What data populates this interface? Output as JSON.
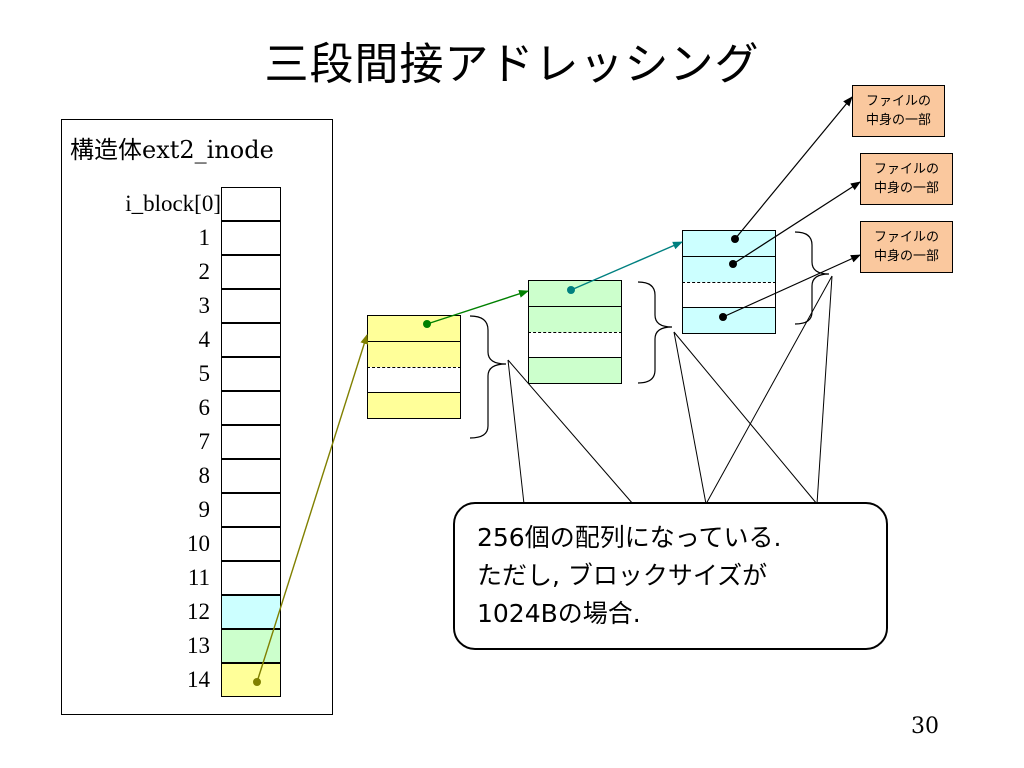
{
  "title": "三段間接アドレッシング",
  "inode": {
    "title": "構造体ext2_inode",
    "indices": [
      "i_block[0]",
      "1",
      "2",
      "3",
      "4",
      "5",
      "6",
      "7",
      "8",
      "9",
      "10",
      "11",
      "12",
      "13",
      "14"
    ]
  },
  "files": [
    {
      "line1": "ファイルの",
      "line2": "中身の一部"
    },
    {
      "line1": "ファイルの",
      "line2": "中身の一部"
    },
    {
      "line1": "ファイルの",
      "line2": "中身の一部"
    }
  ],
  "callout": {
    "line1": "256個の配列になっている.",
    "line2": "ただし, ブロックサイズが",
    "line3": "1024Bの場合."
  },
  "page_number": "30",
  "colors": {
    "triple_indirect": "#ffff99",
    "double_indirect": "#ccffcc",
    "single_indirect": "#ccffff",
    "file_fill": "#fac89e",
    "arrow_olive": "#808000",
    "arrow_green": "#008000",
    "arrow_teal": "#008080"
  }
}
